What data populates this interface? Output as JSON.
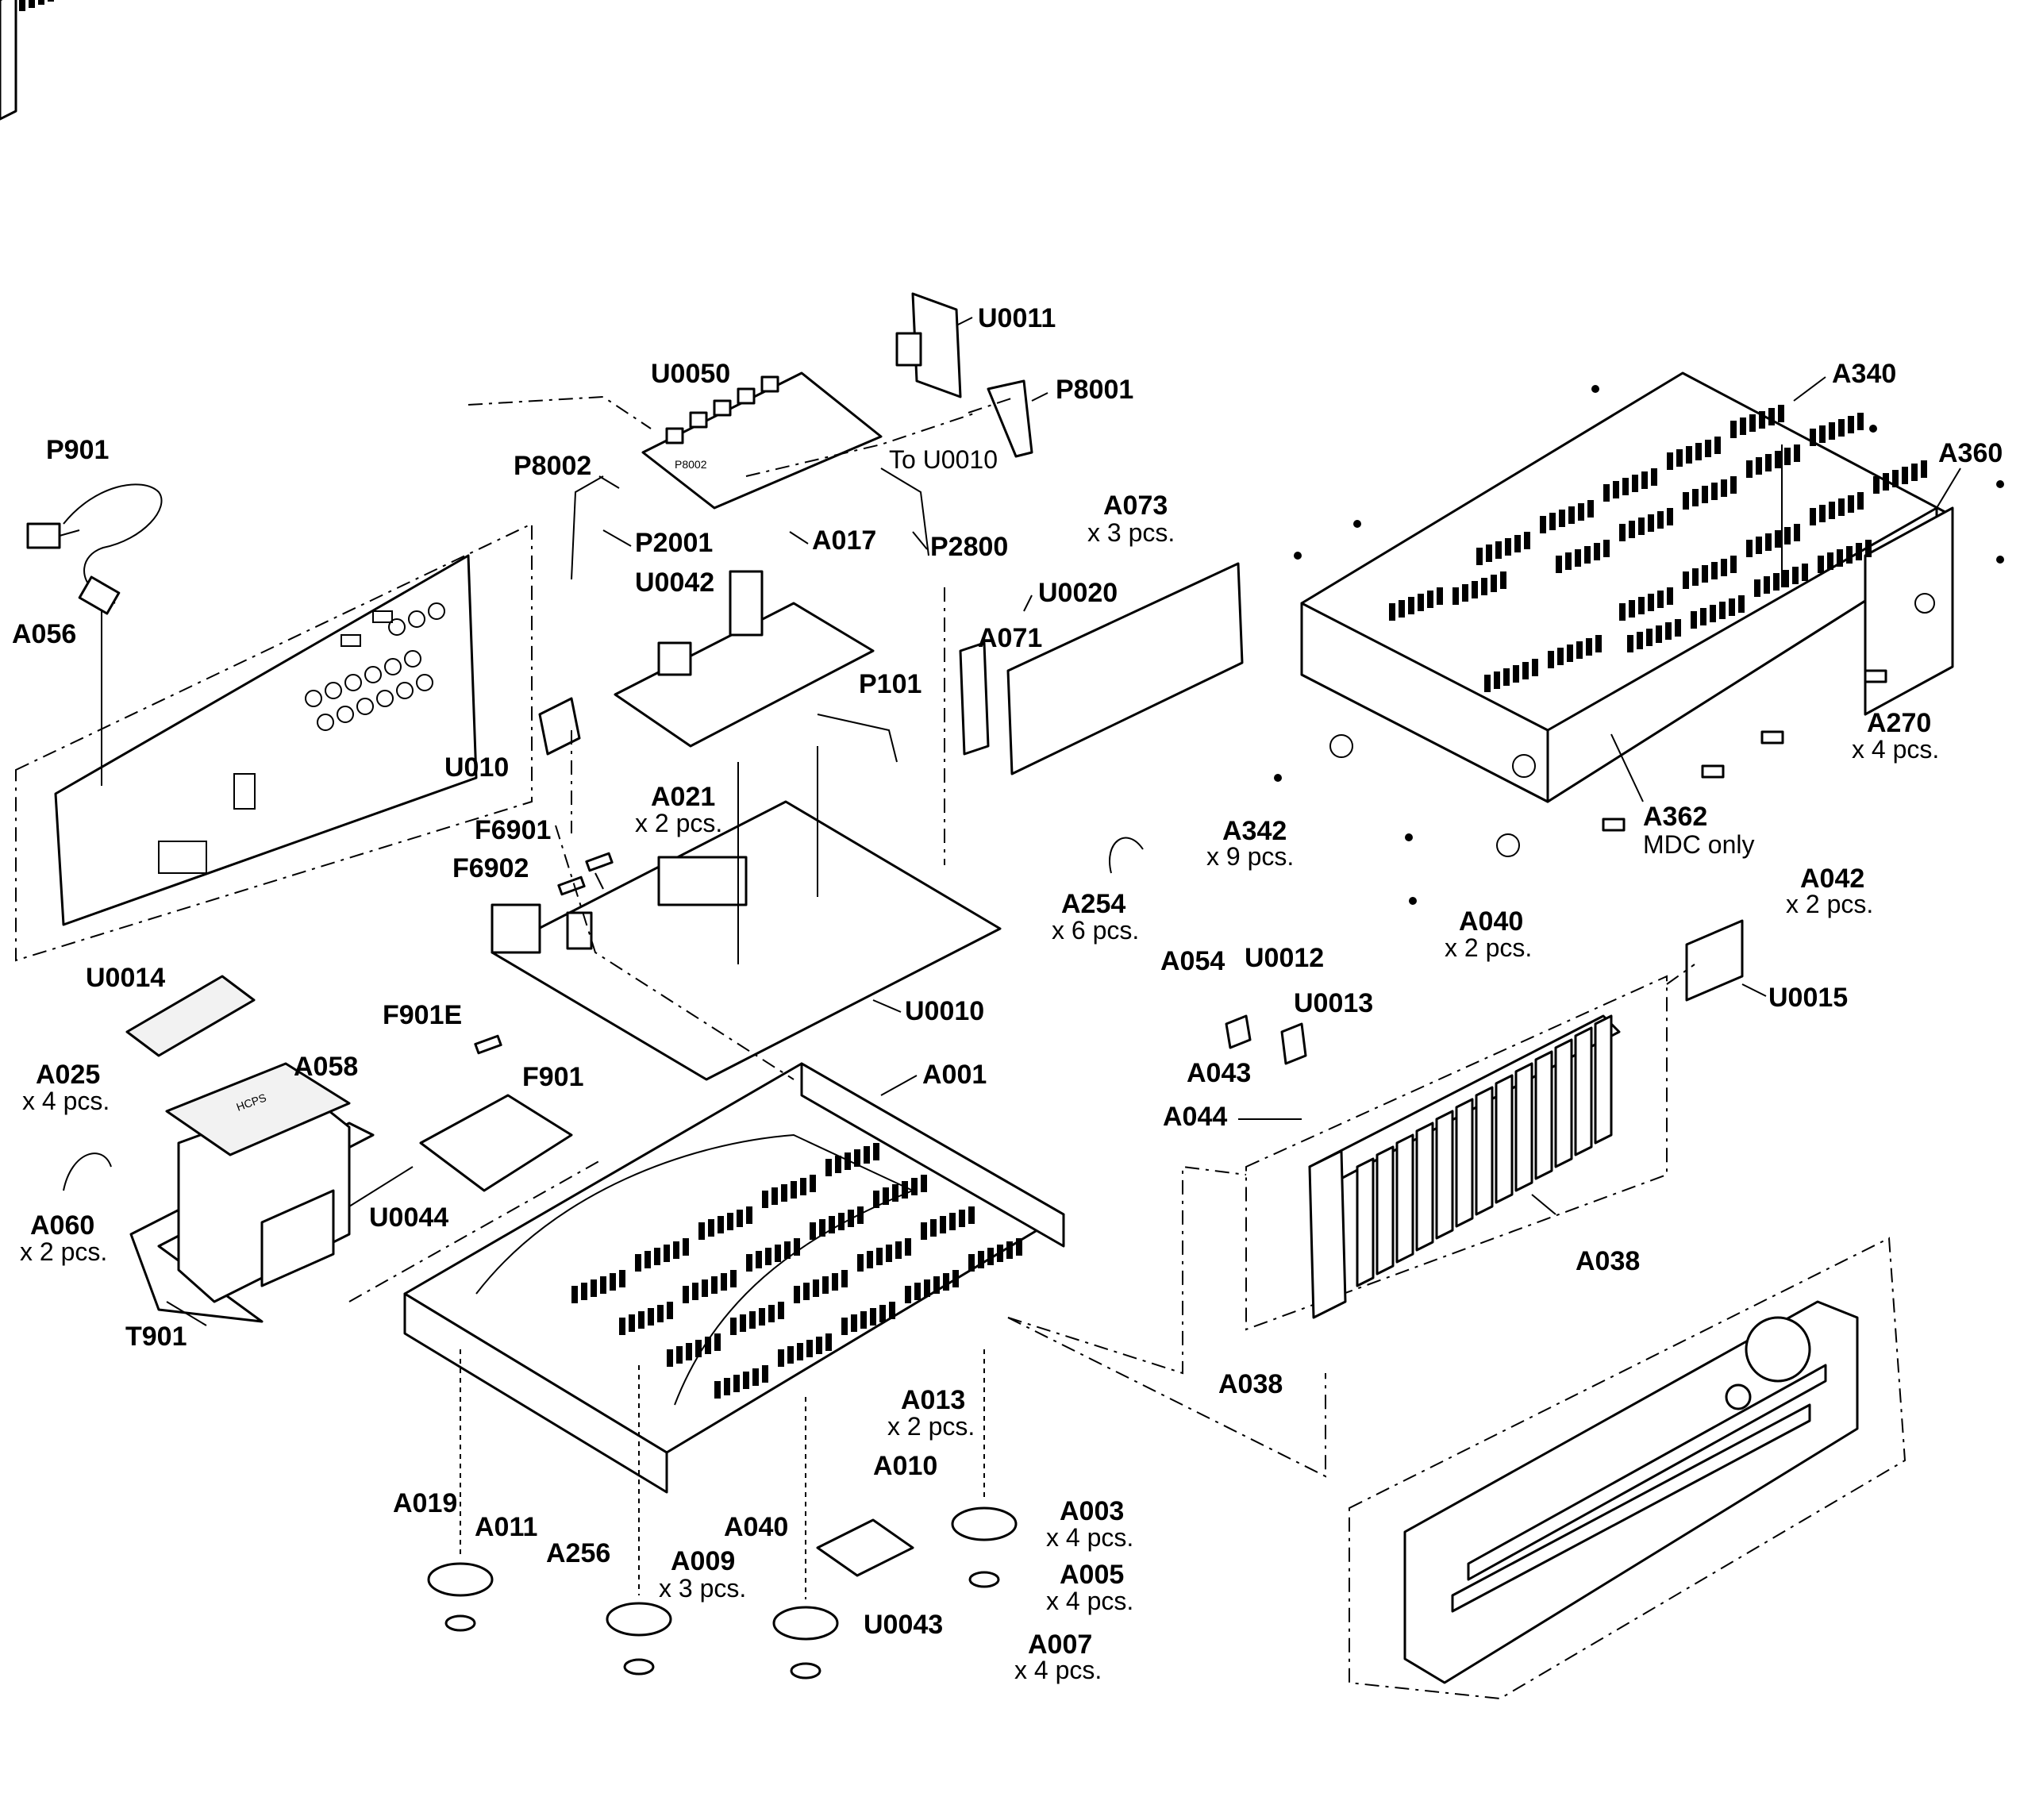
{
  "labels": {
    "U0011": "U0011",
    "U0050": "U0050",
    "P8001": "P8001",
    "To_U0010": "To U0010",
    "P901": "P901",
    "P8002": "P8002",
    "P2001": "P2001",
    "A017": "A017",
    "P2800": "P2800",
    "A073": "A073",
    "A073_qty": "x 3 pcs.",
    "U0020": "U0020",
    "U0042": "U0042",
    "A071": "A071",
    "A056": "A056",
    "P101": "P101",
    "U010": "U010",
    "A021": "A021",
    "A021_qty": "x 2 pcs.",
    "F6901": "F6901",
    "F6902": "F6902",
    "A254": "A254",
    "A254_qty": "x 6 pcs.",
    "U0010": "U0010",
    "U0014": "U0014",
    "F901E": "F901E",
    "F901": "F901",
    "A025": "A025",
    "A025_qty": "x 4 pcs.",
    "A058": "A058",
    "A060": "A060",
    "A060_qty": "x 2 pcs.",
    "U0044": "U0044",
    "T901": "T901",
    "A001": "A001",
    "A340": "A340",
    "A360": "A360",
    "A270": "A270",
    "A270_qty": "x 4 pcs.",
    "A342": "A342",
    "A342_qty": "x 9 pcs.",
    "A362": "A362",
    "A362_note": "MDC only",
    "A040_top": "A040",
    "A040_top_qty": "x 2 pcs.",
    "A042": "A042",
    "A042_qty": "x 2 pcs.",
    "A054": "A054",
    "U0012": "U0012",
    "U0013": "U0013",
    "U0015": "U0015",
    "A043": "A043",
    "A044": "A044",
    "A038_right": "A038",
    "A038_bottom": "A038",
    "A013": "A013",
    "A013_qty": "x 2 pcs.",
    "A010": "A010",
    "A019": "A019",
    "A011": "A011",
    "A040_bottom": "A040",
    "A256": "A256",
    "A009": "A009",
    "A009_qty": "x 3 pcs.",
    "A003": "A003",
    "A003_qty": "x 4 pcs.",
    "A005": "A005",
    "A005_qty": "x 4 pcs.",
    "U0043": "U0043",
    "A007": "A007",
    "A007_qty": "x 4 pcs.",
    "pcb_marking": "P8002",
    "transformer_marking": "HCPS"
  }
}
